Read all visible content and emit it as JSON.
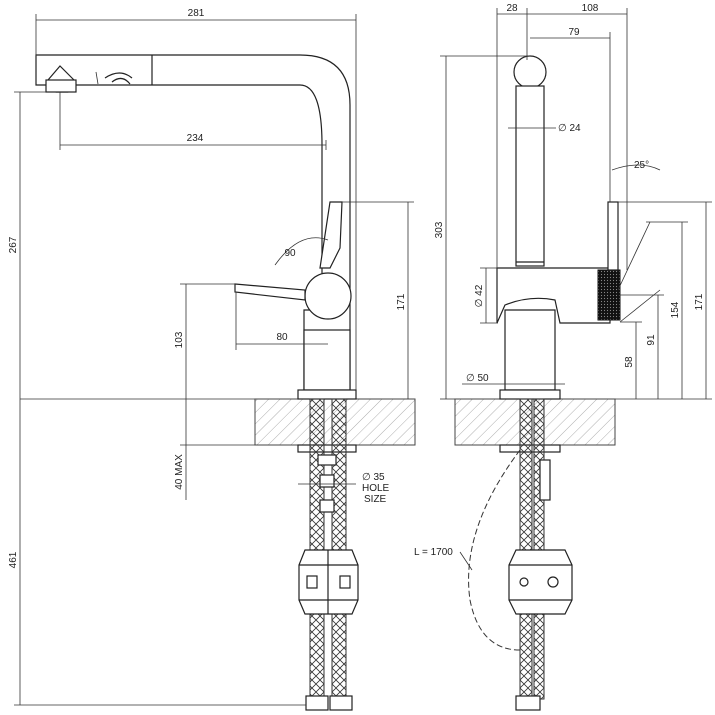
{
  "left_view": {
    "dims": {
      "width_total": "281",
      "reach": "234",
      "height_spout": "267",
      "height_body": "171",
      "lever_height": "103",
      "lever_length": "80",
      "angle": "90",
      "max_thickness": "40 MAX",
      "hose_length_below": "461"
    },
    "hole": {
      "diameter": "∅ 35",
      "line1": "HOLE",
      "line2": "SIZE"
    }
  },
  "right_view": {
    "dims": {
      "offset": "28",
      "width": "108",
      "spout_offset": "79",
      "diameter_spout": "∅ 24",
      "angle": "25°",
      "height_total": "303",
      "diameter_body": "∅ 42",
      "diameter_base": "∅ 50",
      "h58": "58",
      "h91": "91",
      "h154": "154",
      "h171": "171"
    },
    "hose_length": "L = 1700"
  }
}
